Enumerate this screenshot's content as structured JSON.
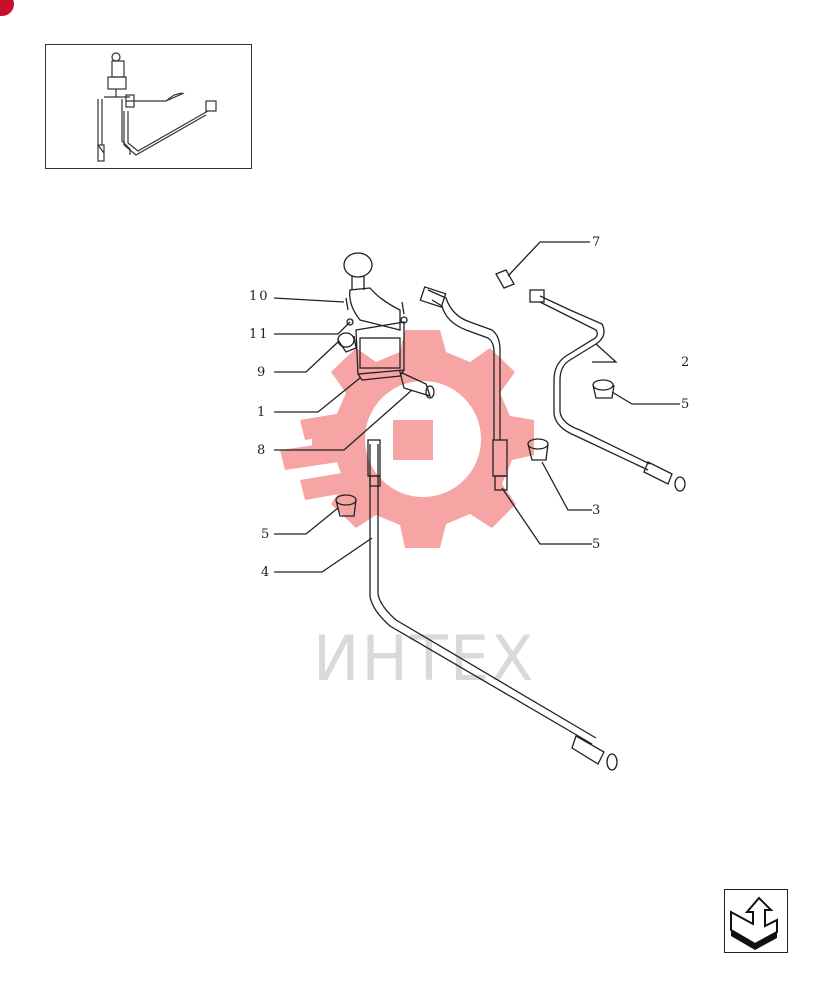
{
  "watermark": {
    "text": "ИНТЕХ",
    "color": "#f05a5a"
  },
  "callouts": [
    {
      "id": "label-10",
      "text": "10"
    },
    {
      "id": "label-11",
      "text": "11"
    },
    {
      "id": "label-9",
      "text": "9"
    },
    {
      "id": "label-1",
      "text": "1"
    },
    {
      "id": "label-8",
      "text": "8"
    },
    {
      "id": "label-5a",
      "text": "5"
    },
    {
      "id": "label-4",
      "text": "4"
    },
    {
      "id": "label-7",
      "text": "7"
    },
    {
      "id": "label-2",
      "text": "2"
    },
    {
      "id": "label-5b",
      "text": "5"
    },
    {
      "id": "label-3",
      "text": "3"
    },
    {
      "id": "label-5c",
      "text": "5"
    }
  ],
  "icons": {
    "badge": "corner-badge-icon",
    "thumbnail": "assembly-thumbnail",
    "nav": "next-page-arrow-icon"
  },
  "colors": {
    "line": "#222222",
    "accent": "#c8102e"
  }
}
